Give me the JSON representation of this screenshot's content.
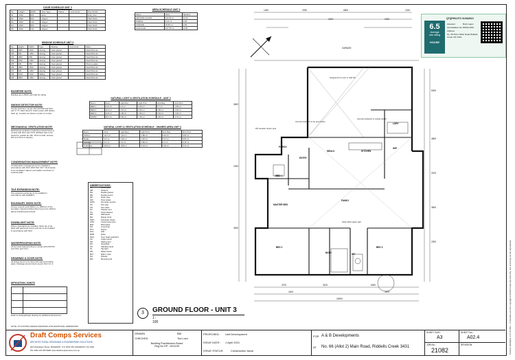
{
  "door_schedule": {
    "title": "DOOR SCHEDULE UNIT 3",
    "headers": [
      "No.",
      "Height",
      "Width",
      "Door Type",
      "Frame",
      "Comments",
      "Door Finish"
    ],
    "rows": [
      [
        "D1",
        "2340",
        "820",
        "Entry",
        "",
        "",
        "Entry door"
      ],
      [
        "D2",
        "2040",
        "820",
        "Hinged",
        "",
        "",
        "Paint finish"
      ],
      [
        "D3",
        "2040",
        "720",
        "Hinged",
        "",
        "",
        "Paint finish"
      ],
      [
        "D4",
        "2040",
        "820",
        "Hinged",
        "",
        "",
        "Paint finish"
      ],
      [
        "D5",
        "2040",
        "720",
        "Hinged",
        "",
        "",
        "Paint finish"
      ]
    ]
  },
  "window_schedule": {
    "title": "WINDOW SCHEDULE UNIT 3",
    "headers": [
      "No.",
      "Height",
      "Width",
      "Type",
      "Glazing",
      "Comments",
      "Glass"
    ],
    "rows": [
      [
        "W1",
        "1800",
        "1810",
        "Awning",
        "Clear glazed",
        "",
        "Clear/Obscure"
      ],
      [
        "W2",
        "600",
        "1450",
        "Awning",
        "Clear glazed",
        "",
        "Clear/Obscure"
      ],
      [
        "W3",
        "1800",
        "850",
        "Awning",
        "Clear glazed",
        "",
        "Clear/Obscure"
      ],
      [
        "W4",
        "1200",
        "1450",
        "Awning",
        "Clear glazed",
        "",
        "Clear/Obscure"
      ],
      [
        "W5",
        "600",
        "850",
        "Awning",
        "Clear glazed",
        "",
        "Obscure glass"
      ],
      [
        "W6",
        "1800",
        "1810",
        "Awning",
        "Clear glazed",
        "",
        "Clear/Obscure"
      ],
      [
        "W7",
        "600",
        "1450",
        "Awning",
        "Clear glazed",
        "",
        "Clear/Obscure"
      ],
      [
        "W8",
        "2100",
        "2410",
        "Sliding",
        "Clear glazed",
        "",
        "Clear/Obscure"
      ],
      [
        "W9",
        "1800",
        "1450",
        "Awning",
        "Clear glazed",
        "",
        "Clear/Obscure"
      ]
    ]
  },
  "area_schedule": {
    "title": "AREA SCHEDULE UNIT 3",
    "headers": [
      "Name",
      "Area",
      "Squares"
    ],
    "rows": [
      [
        "GROUND FLOOR",
        "110.53 m²",
        "11.90"
      ],
      [
        "PORCH",
        "3.21 m²",
        "0.35"
      ],
      [
        "GARAGE",
        "23.81 m²",
        "2.56"
      ],
      [
        "Grand total",
        "137.55 m²",
        "14.81"
      ]
    ]
  },
  "light_vent_1": {
    "title": "NATURAL LIGHT & VENTILATION SCHEDULE - UNIT 3",
    "headers": [
      "Room",
      "Area",
      "Light Req.",
      "Light Prov.",
      "Vent Req.",
      "Vent Prov."
    ],
    "rows": [
      [
        "BED 1",
        "14.0 m²",
        "1.4 m²",
        "3.26 m²",
        "0.7 m²",
        "1.63 m²"
      ],
      [
        "BED 2",
        "11.5 m²",
        "1.15 m²",
        "2.60 m²",
        "0.58 m²",
        "1.30 m²"
      ],
      [
        "BED 3",
        "10.8 m²",
        "1.08 m²",
        "2.60 m²",
        "0.54 m²",
        "1.30 m²"
      ],
      [
        "FAMILY",
        "38.4 m²",
        "3.84 m²",
        "7.40 m²",
        "1.92 m²",
        "3.70 m²"
      ]
    ]
  },
  "light_vent_2": {
    "title": "NATURAL LIGHT & VENTILATION SCHEDULE - SHARED AREA UNIT 3",
    "headers": [
      "Room",
      "Area",
      "Light Req.",
      "Light Prov.",
      "Vent Req.",
      "Vent Prov."
    ],
    "rows": [
      [
        "Kitchen",
        "12.2 m²",
        "1.22 m²",
        "1.80 m²",
        "0.61 m²",
        "0.90 m²"
      ],
      [
        "Meals",
        "9.4 m²",
        "0.94 m²",
        "1.20 m²",
        "0.47 m²",
        "0.60 m²"
      ],
      [
        "Laundry",
        "6.0 m²",
        "0.6 m²",
        "0.85 m²",
        "0.3 m²",
        "0.43 m²"
      ],
      [
        "Total area",
        "40.8 m²",
        "4.08 m²",
        "6.24 m²",
        "2.04 m²",
        "3.12 m²"
      ]
    ]
  },
  "notes": [
    {
      "heading": "BUSHFIRE NOTE:",
      "body": "Building site is BMO with high fire rating."
    },
    {
      "heading": "SMOKE DETECTOR NOTE:",
      "body": "Smoke detectors comply with AS3786 and NCC part 3.7.5. Hard wired to mains power with battery back up. Location as shown on plan to comply."
    },
    {
      "heading": "MECHANICAL VENTILATION NOTE:",
      "body": "Mechanical ventilation (including exhaust fans) to comply with NCC part 3.8.5. Exhaust fans to be ducted to outside air. Min. 25 l/s to bath, ensuite, WC and 40 l/s to laundry."
    },
    {
      "heading": "CONDENSATION MANAGEMENT NOTE:",
      "body": "Condensation management to be installed in accordance with NCC 2019 Part 3.8.7. Roof space to be ventilated. Vapour permeable membrane to external walls."
    },
    {
      "heading": "TILE EXPANSION NOTE:",
      "body": "Tile expansion joints are to be installed in accordance with AS3958.1."
    },
    {
      "heading": "BOUNDARY SIXED NOTE:",
      "body": "Fences around pools 900mm to 1800mm of the boundary. Nearest finished floor level to be 150mm above finished ground level."
    },
    {
      "heading": "DOWNLIGHT NOTE:",
      "body": "Where downlights are installed, these are to be fitted with approved covers and are to be installed in accordance with NCC."
    },
    {
      "heading": "WATERPROOFING NOTE:",
      "body": "All wet area waterproofing to comply with AS3740 and NCC part 3.8.1."
    },
    {
      "heading": "DRAWWAY & DOOR NOTE:",
      "body": "All sliding doors to be fitted with approved safety glass. Drainage around doors as per NCC 3.1.3."
    }
  ],
  "mitigation_note": {
    "heading": "MITIGATION JOINTS",
    "body": "Refer to footing/design drawing for additional dimensions."
  },
  "footing_note": "NOTE: TO FOOTING DESIGN DRAWING FOR ADDITIONAL DIMENSIONS",
  "abbreviations": {
    "title": "ABBREVIATIONS:",
    "items": [
      [
        "DP",
        "Down pipe"
      ],
      [
        "OB",
        "Obscure"
      ],
      [
        "DG",
        "Double glazed"
      ],
      [
        "DB",
        "Double bench"
      ],
      [
        "DP",
        "Down pipe"
      ],
      [
        "FW",
        "Floor waste"
      ],
      [
        "HWS",
        "Hot water service"
      ],
      [
        "FS",
        "Fire stop"
      ],
      [
        "FR",
        "Fire rated"
      ],
      [
        "SV",
        "Shower vent"
      ],
      [
        "FS",
        "Fixed shelves"
      ],
      [
        "WP",
        "Wall panel"
      ],
      [
        "RH",
        "Range hood"
      ],
      [
        "FWC",
        "Full water closet"
      ],
      [
        "CPD",
        "Cavity panel door"
      ],
      [
        "MW",
        "Microwave"
      ],
      [
        "LM",
        "Linen/mop"
      ],
      [
        "PTC",
        "Pantry"
      ],
      [
        "HAL",
        "Hall"
      ],
      [
        "ROB",
        "Robe"
      ],
      [
        "OHC",
        "Over head cupboard"
      ],
      [
        "UC",
        "Under bench"
      ],
      [
        "SD",
        "Sliding door"
      ],
      [
        "DS",
        "Downlight"
      ],
      [
        "SS",
        "Stainless steel"
      ],
      [
        "SL",
        "Sky light"
      ],
      [
        "WF",
        "Water fixture"
      ],
      [
        "BLT",
        "Built in robe"
      ],
      [
        "SH",
        "Shower"
      ],
      [
        "MN",
        "Mounting rail"
      ]
    ]
  },
  "plan": {
    "rooms": [
      "GARAGE",
      "MEALS",
      "KITCHEN",
      "LDRY",
      "PORCH",
      "ENTRY",
      "WIP",
      "WC",
      "BED 1",
      "FAMILY",
      "MASTER BED",
      "ENS",
      "BED 2",
      "BATH",
      "BED 3"
    ],
    "dims_top": [
      "1490",
      "3780",
      "2400",
      "6500",
      "1000",
      "2240"
    ],
    "dims_side_left": [
      "3600",
      "2340",
      "3000"
    ],
    "dims_side_right": [
      "6000",
      "4800",
      "2100",
      "3600",
      "2300"
    ],
    "dims_bottom": [
      "3700",
      "3100",
      "6000",
      "2400",
      "3200",
      "19000"
    ],
    "notes": [
      "Strapped from pier in wall HS",
      "PR traveller timber post",
      "Internal studwork to ceiling height",
      "Internal studwork to be pine frame",
      "Fluid-effect glass wall"
    ]
  },
  "drawing_title": {
    "number": "3",
    "title": "GROUND FLOOR - UNIT 3",
    "scale": "1 : 100"
  },
  "star_rating": {
    "title": "QTQP9SJJTC 01/04/2021",
    "rating": "6.5",
    "sub1": "Average",
    "sub2": "star rating",
    "scale": "HOUSE",
    "label1": "Assessor",
    "label2": "Accreditation No.",
    "label3": "Address",
    "value1": "Brett Logan",
    "value2": "DMN1/1234",
    "value3": "No. 66 Allot 2 Main Road Riddells Creek VIC 3431"
  },
  "company": {
    "name": "Draft Comps Services",
    "tagline": "ARCHITECTURAL DESIGNING & ENGINEERING SOLUTIONS",
    "address": "184 Chandeleur Street, MACEDON - P.O. BOX 254, MACEDON, VIC 3440",
    "phone": "PH: 0400 123 456  WEB: www.draftcompsservices.com.au"
  },
  "title_block": {
    "drawn_label": "DRAWN",
    "drawn_val": "BM",
    "checked_label": "CHECKED",
    "checked_val": "Tod Lord",
    "registration": "Building Practitioners Board\nReg No DP - AD1195",
    "proposed_label": "PROPOSED:",
    "proposed_val": "Unit Development",
    "issue_date_label": "ISSUE DATE:",
    "issue_date_val": "1 April 2021",
    "issue_status_label": "ISSUE STATUS:",
    "issue_status_val": "Construction Issue",
    "for_label": "FOR",
    "for_val": "A & B Developments",
    "at_label": "AT",
    "at_val": "No. 66 (Allot 2) Main Road, Riddells Creek 3431",
    "sheet_size_label": "SHEET SIZE:",
    "sheet_size_val": "A3",
    "sheet_no_label": "SHEET No.:",
    "sheet_no_val": "A02.4",
    "job_no_label": "JOB No.:",
    "job_no_val": "21082",
    "revision_label": "REVISION:",
    "revision_val": ""
  },
  "margin_text": "Printed: 1/04/2021 3:17:31 PM — © All plans are the copyright of Draft Comps Services Pty. Ltd. and must not be reproduced."
}
